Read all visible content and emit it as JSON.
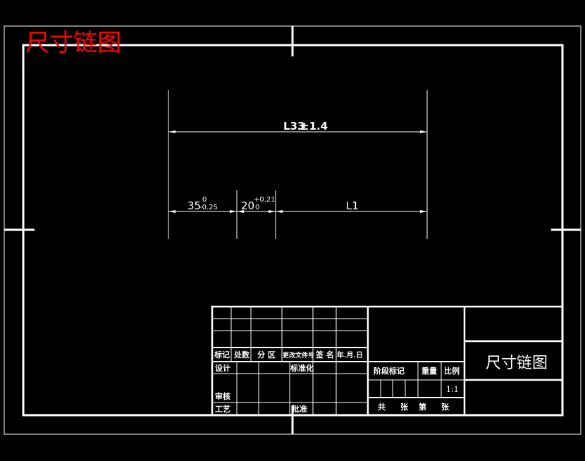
{
  "colors": {
    "background": "#000000",
    "line": "#ffffff",
    "heading": "#ff0000"
  },
  "heading": "尺寸链图",
  "dimensions": {
    "total": {
      "base": "L33",
      "tol": "±1.4"
    },
    "seg1": {
      "base": "35",
      "upper": "0",
      "lower": "-0.25"
    },
    "seg2": {
      "base": "20",
      "upper": "+0.21",
      "lower": "0"
    },
    "seg3": {
      "base": "L1"
    }
  },
  "title_block": {
    "col_headers": [
      "标记",
      "处数",
      "分 区",
      "更改文件号",
      "签 名",
      "年.月.日"
    ],
    "design": "设计",
    "standard": "标准化",
    "review": "审核",
    "process": "工艺",
    "approve": "批准",
    "stage_mark": "阶段标记",
    "weight": "重量",
    "scale_label": "比例",
    "scale_value": "1:1",
    "total_sheets": "共",
    "sheets_unit": "张",
    "sheet_no": "第",
    "sheet_unit2": "张",
    "drawing_name": "尺寸链图"
  }
}
